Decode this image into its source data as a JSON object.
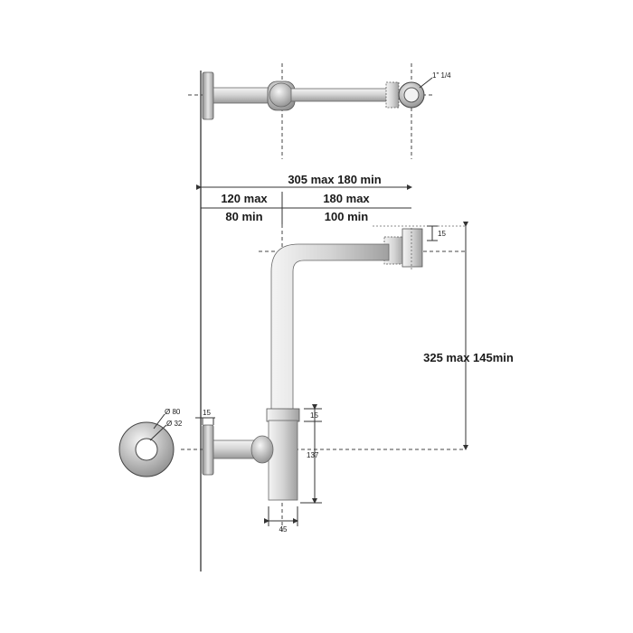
{
  "top_view": {
    "thread_label": "1\" 1/4"
  },
  "dimensions": {
    "total_depth": "305 max 180 min",
    "wall_to_center_max": "120 max",
    "wall_to_center_min": "80 min",
    "center_to_inlet_max": "180 max",
    "center_to_inlet_min": "100 min",
    "height_range": "325 max 145min",
    "inlet_offset": "15",
    "trap_top_offset": "15",
    "trap_height": "137",
    "trap_width": "45",
    "flange_thickness": "15"
  },
  "rosette": {
    "outer_diameter": "Ø 80",
    "inner_diameter": "Ø 32"
  },
  "colors": {
    "line": "#333333",
    "metal_light": "#e8e8e8",
    "metal_mid": "#bdbdbd",
    "metal_dark": "#7a7a7a"
  }
}
